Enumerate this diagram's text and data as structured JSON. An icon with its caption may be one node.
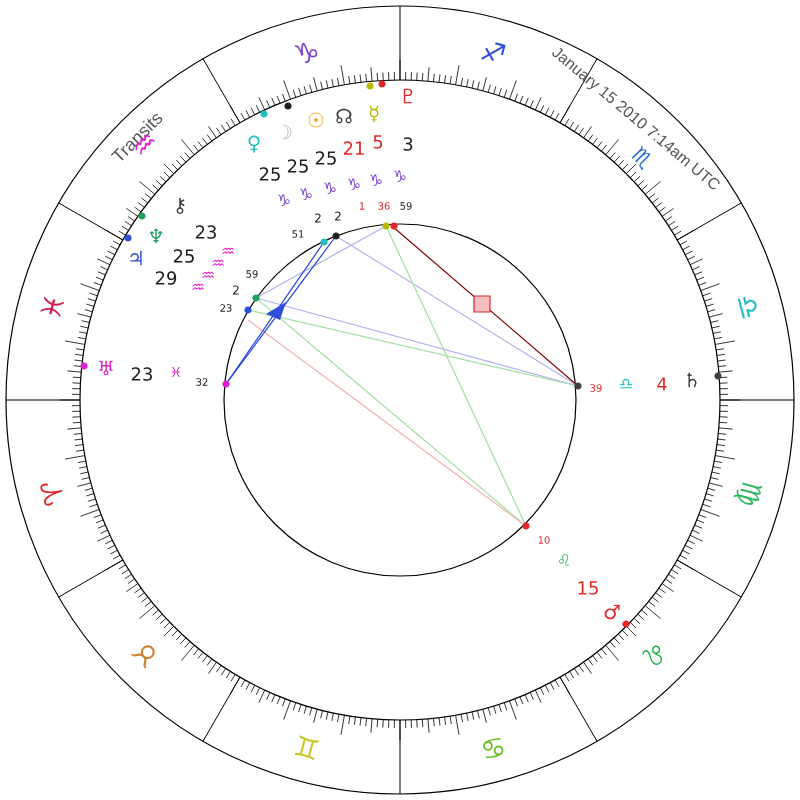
{
  "diagram": {
    "labels": [
      "Transits",
      "January 15 2010 7:14am UTC",
      "♑",
      "♐",
      "♒",
      "♏",
      "♓",
      "♎",
      "♈",
      "♍",
      "♉",
      "♌",
      "♊",
      "♋",
      "♇",
      "☿",
      "☊",
      "☉",
      "☽",
      "♀",
      "3",
      "5",
      "21",
      "25",
      "25",
      "25",
      "♑",
      "♑",
      "♑",
      "♑",
      "♑",
      "♑",
      "59",
      "36",
      "1",
      "2",
      "2",
      "51",
      "⚷",
      "23",
      "♆",
      "25",
      "♃",
      "29",
      "♒",
      "♒",
      "♒",
      "♒",
      "59",
      "2",
      "23",
      "♅",
      "23",
      "♓",
      "32",
      "39",
      "♎",
      "4",
      "♄",
      "10",
      "♌",
      "15",
      "♂"
    ]
  }
}
